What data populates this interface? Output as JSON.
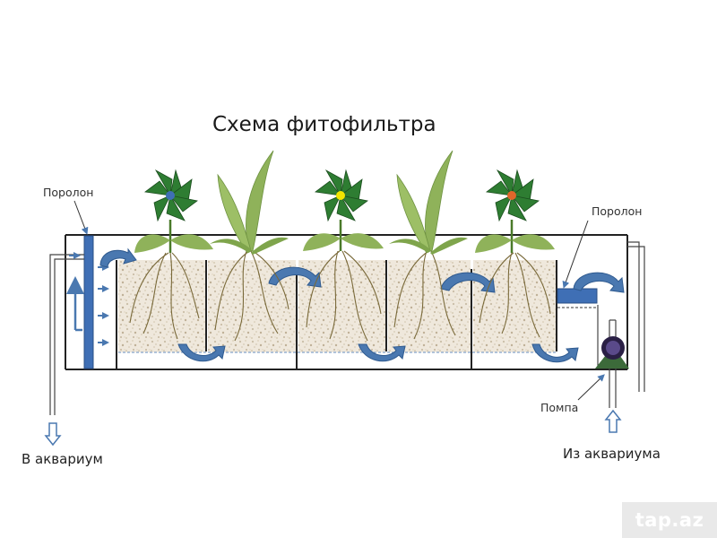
{
  "title": "Схема фитофильтра",
  "labels": {
    "foam_left": "Поролон",
    "foam_right": "Поролон",
    "pump": "Помпа",
    "to_aquarium": "В аквариум",
    "from_aquarium": "Из аквариума"
  },
  "watermark": "tap.az",
  "colors": {
    "tank_outline": "#222222",
    "foam": "#3f6fb5",
    "flow_arrow": "#4a78b0",
    "gravel": "#ece4d6",
    "leaf_dark": "#2e7d32",
    "leaf_light": "#8fb25a",
    "root": "#7a6a3a",
    "pump": "#3a2a5a"
  },
  "icons": {
    "flower_centers": [
      "#3f6fb5",
      "#f2e600",
      "#e0662a"
    ]
  }
}
